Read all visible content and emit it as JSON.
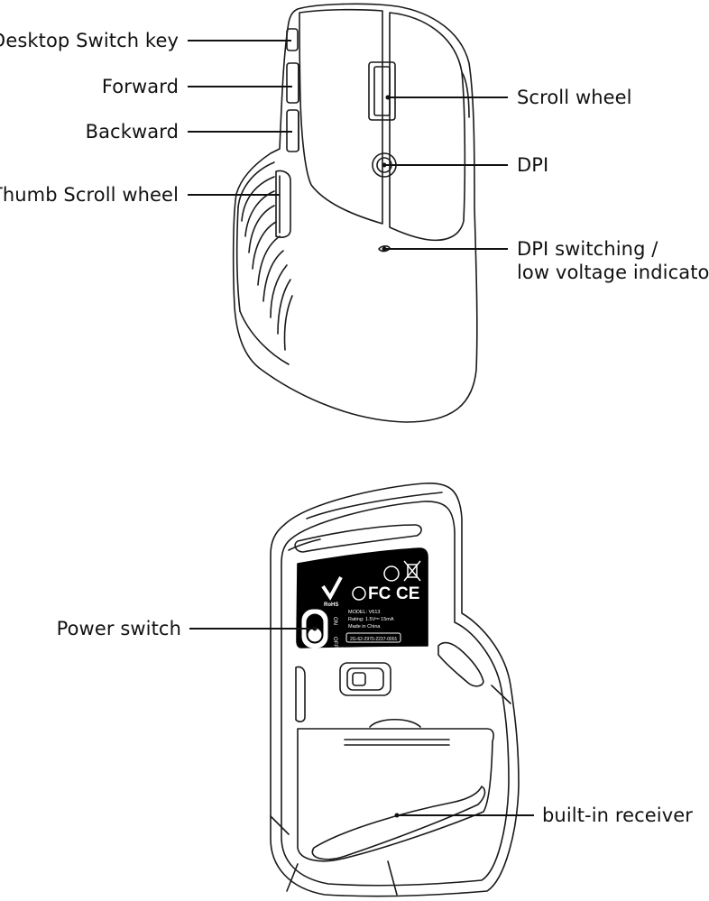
{
  "labels": {
    "desktop_switch": "Desktop Switch key",
    "forward": "Forward",
    "backward": "Backward",
    "thumb_scroll": "Thumb Scroll wheel",
    "scroll_wheel": "Scroll wheel",
    "dpi": "DPI",
    "dpi_switching_1": "DPI switching /",
    "dpi_switching_2": "low voltage indicator",
    "power_switch": "Power switch",
    "built_in_receiver": "built-in receiver"
  },
  "sticker": {
    "model": "MODEL: V613",
    "rating": "Rating: 1.5V⎓ 15mA",
    "made_in": "Made in China",
    "serial": "2G-62-2970-2237-0001",
    "on": "ON",
    "off": "OFF",
    "rohs": "RoHS",
    "fc": "FC",
    "ce": "CE"
  }
}
